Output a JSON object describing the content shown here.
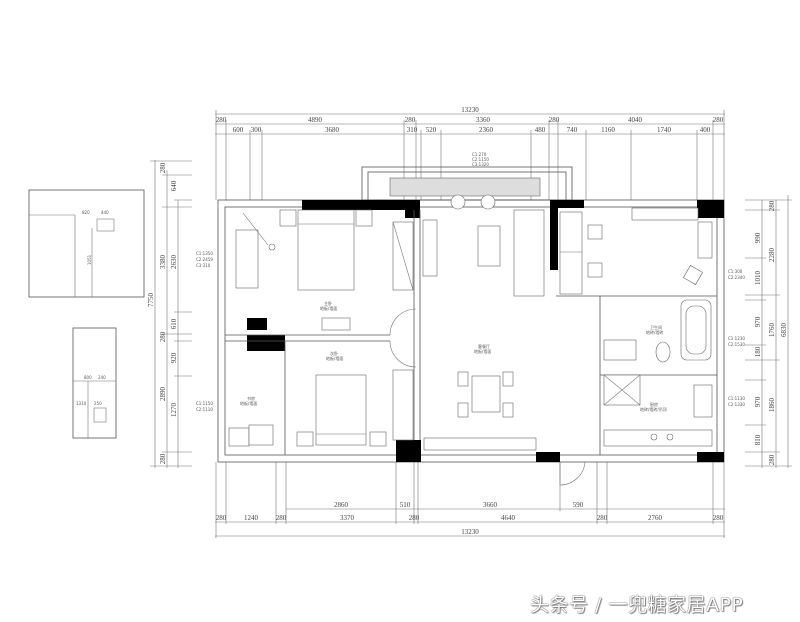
{
  "drawing": {
    "title": "Floor plan",
    "top_dimensions": {
      "total": "13230",
      "row2": [
        "280",
        "4890",
        "280",
        "3360",
        "280",
        "4040",
        "280"
      ],
      "row3": [
        "600",
        "300",
        "3680",
        "310",
        "520",
        "2360",
        "480",
        "740",
        "1160",
        "1740",
        "400"
      ]
    },
    "bottom_dimensions": {
      "total": "13230",
      "row1": [
        "2860",
        "510",
        "3660",
        "590"
      ],
      "row2": [
        "280",
        "1240",
        "280",
        "3370",
        "280",
        "4640",
        "280",
        "2760",
        "280"
      ]
    },
    "left_dimensions": {
      "total": "7750",
      "outer": [
        "280",
        "3380",
        "280",
        "2890",
        "280"
      ],
      "inner": [
        "640",
        "2630",
        "610",
        "920",
        "1270"
      ]
    },
    "right_dimensions": {
      "total": "6830",
      "outer": [
        "280",
        "2280",
        "1760",
        "1860",
        "280"
      ],
      "inner": [
        "990",
        "1010",
        "970",
        "180",
        "970",
        "810"
      ]
    },
    "window_notes": {
      "balcony": [
        "C1:270",
        "C2:1150",
        "C3:1320"
      ],
      "left_upper": [
        "C1:1350",
        "C2:2459",
        "C3:310"
      ],
      "left_lower": [
        "C1:1150",
        "C2:1110"
      ],
      "right_upper": [
        "C1:300",
        "C2:2340"
      ],
      "right_middle": [
        "C1:1230",
        "C2:1530"
      ],
      "right_lower": [
        "C1:1130",
        "C2:1330"
      ]
    },
    "rooms": {
      "master_bedroom": [
        "主卧",
        "地板/墙面"
      ],
      "second_bedroom": [
        "次卧",
        "地板/墙面"
      ],
      "study": [
        "书房",
        "地板/墙面"
      ],
      "living_dining": [
        "客餐厅",
        "地板/墙面"
      ],
      "bathroom": [
        "卫生间",
        "地砖/墙砖"
      ],
      "kitchen": [
        "厨房",
        "地砖/墙砖/吊顶"
      ]
    },
    "detail_small_top": [
      "820",
      "440",
      "1051"
    ],
    "detail_small_bottom": [
      "800",
      "240",
      "1310",
      "250"
    ]
  },
  "watermark": "头条号 / 一兜糖家居APP"
}
